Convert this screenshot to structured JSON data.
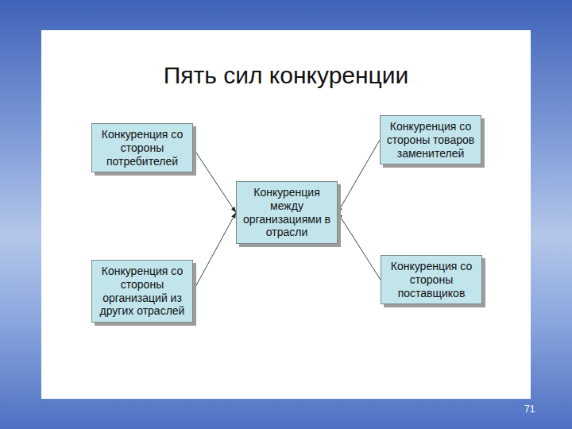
{
  "diagram": {
    "title": "Пять сил конкуренции",
    "nodes": [
      {
        "text": [
          "Конкуренция со стороны потребителей"
        ]
      },
      {
        "text": [
          "Конкуренция со стороны товаров заменителей"
        ]
      },
      {
        "text": [
          "Конкуренция между организациями в отрасли"
        ]
      },
      {
        "text": [
          "Конкуренция со стороны организаций из других отраслей"
        ]
      },
      {
        "text": [
          "Конкуренция со стороны поставщиков"
        ]
      }
    ],
    "edges": [
      {
        "from": 0,
        "to": 2,
        "arrow": "to"
      },
      {
        "from": 1,
        "to": 2,
        "arrow": "to"
      },
      {
        "from": 3,
        "to": 2,
        "arrow": "to"
      },
      {
        "from": 4,
        "to": 2,
        "arrow": "to"
      }
    ],
    "labels": [
      "71"
    ]
  }
}
